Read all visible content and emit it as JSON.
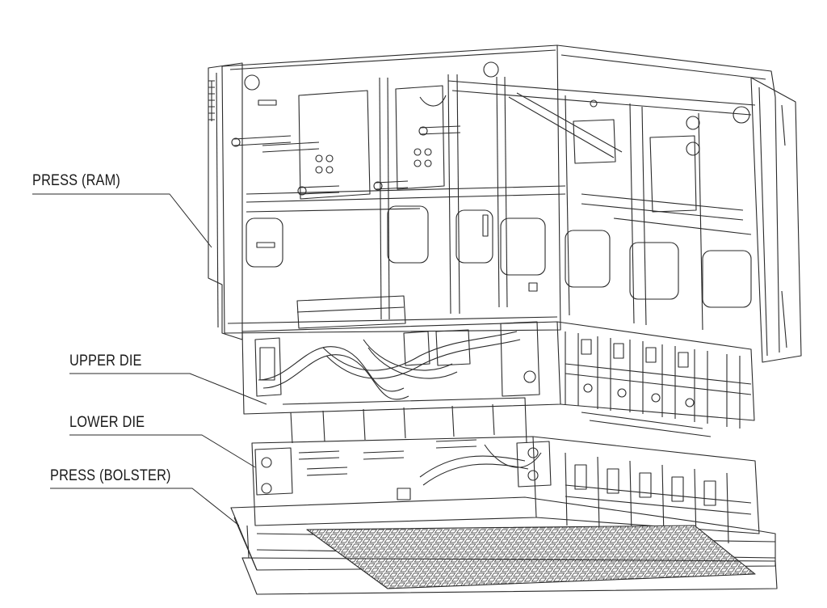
{
  "labels": {
    "press_ram": "PRESS (RAM)",
    "upper_die": "UPPER DIE",
    "lower_die": "LOWER DIE",
    "press_bolster": "PRESS (BOLSTER)"
  },
  "style": {
    "line_color": "#2a2a2a",
    "background": "#ffffff"
  }
}
